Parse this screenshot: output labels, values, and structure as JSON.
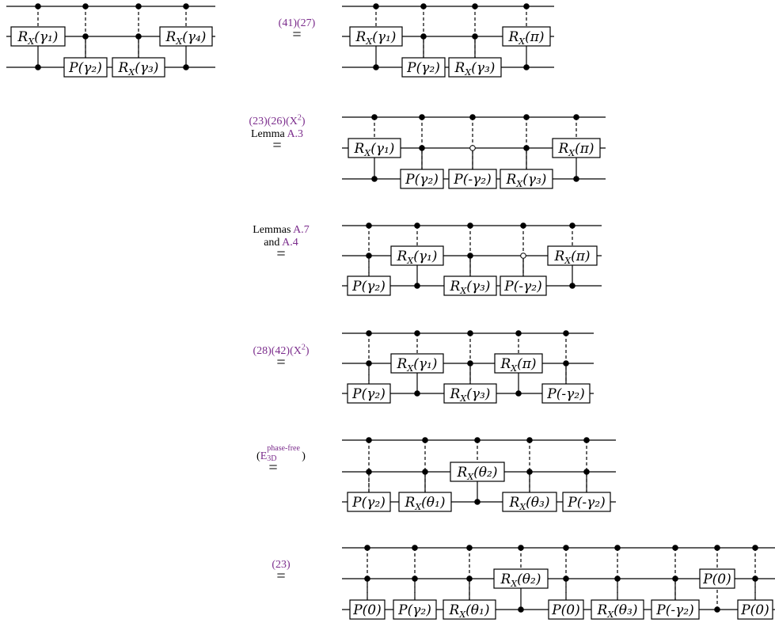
{
  "gate_labels": {
    "rx_g1": "R_X(γ₁)",
    "rx_g3": "R_X(γ₃)",
    "rx_g4": "R_X(γ₄)",
    "rx_pi": "R_X(π)",
    "p_g2": "P(γ₂)",
    "p_mg2": "P(-γ₂)",
    "rx_t1": "R_X(θ₁)",
    "rx_t2": "R_X(θ₂)",
    "rx_t3": "R_X(θ₃)",
    "p_0": "P(0)"
  },
  "steps": [
    {
      "refs": [
        "(41)",
        "(27)"
      ],
      "eq": "="
    },
    {
      "refs": [
        "(23)",
        "(26)",
        "(X2)"
      ],
      "text": "Lemma",
      "lemma_ref": "A.3",
      "eq": "="
    },
    {
      "text1": "Lemmas",
      "ref1": "A.7",
      "text2": "and",
      "ref2": "A.4",
      "eq": "="
    },
    {
      "refs": [
        "(28)",
        "(42)",
        "(X2)"
      ],
      "eq": "="
    },
    {
      "open": "(",
      "base": "E",
      "sup": "phase-free",
      "sub": "3D",
      "close": ")",
      "eq": "="
    },
    {
      "refs": [
        "(23)"
      ],
      "eq": "="
    }
  ],
  "circuits": [
    {
      "name": "original",
      "gates": [
        {
          "type": "cx",
          "target_wire": 1,
          "label": "R_X(γ1)",
          "controls": [
            {
              "wire": 0,
              "style": "dashed"
            },
            {
              "wire": 2,
              "style": "solid"
            }
          ]
        },
        {
          "type": "cp",
          "target_wire": 2,
          "label": "P(γ2)",
          "controls": [
            {
              "wire": 0,
              "style": "dashed"
            },
            {
              "wire": 1,
              "style": "solid"
            }
          ]
        },
        {
          "type": "cx",
          "target_wire": 2,
          "label": "R_X(γ3)",
          "controls": [
            {
              "wire": 0,
              "style": "dashed"
            },
            {
              "wire": 1,
              "style": "solid"
            }
          ]
        },
        {
          "type": "cx",
          "target_wire": 1,
          "label": "R_X(γ4)",
          "controls": [
            {
              "wire": 0,
              "style": "dashed"
            },
            {
              "wire": 2,
              "style": "solid"
            }
          ]
        }
      ]
    },
    {
      "name": "step-1",
      "gate_sequence": [
        "R_X(γ1)",
        "P(γ2)",
        "R_X(γ3)",
        "R_X(π)"
      ]
    },
    {
      "name": "step-2",
      "gate_sequence": [
        "R_X(γ1)",
        "P(γ2)",
        "P(-γ2)",
        "R_X(γ3)",
        "R_X(π)"
      ]
    },
    {
      "name": "step-3",
      "gate_sequence": [
        "P(γ2)",
        "R_X(γ1)",
        "R_X(γ3)",
        "P(-γ2)",
        "R_X(π)"
      ]
    },
    {
      "name": "step-4",
      "gate_sequence": [
        "P(γ2)",
        "R_X(γ1)",
        "R_X(γ3)",
        "R_X(π)",
        "P(-γ2)"
      ]
    },
    {
      "name": "step-5",
      "gate_sequence": [
        "P(γ2)",
        "R_X(θ1)",
        "R_X(θ2)",
        "R_X(θ3)",
        "P(-γ2)"
      ]
    },
    {
      "name": "step-6",
      "gate_sequence": [
        "P(0)",
        "P(γ2)",
        "R_X(θ1)",
        "R_X(θ2)",
        "P(0)",
        "R_X(θ3)",
        "P(-γ2)",
        "P(0)",
        "P(0)"
      ]
    }
  ],
  "colors": {
    "ref": "#7b2c8c",
    "ink": "#000000",
    "open_dot": "#ffffff"
  }
}
